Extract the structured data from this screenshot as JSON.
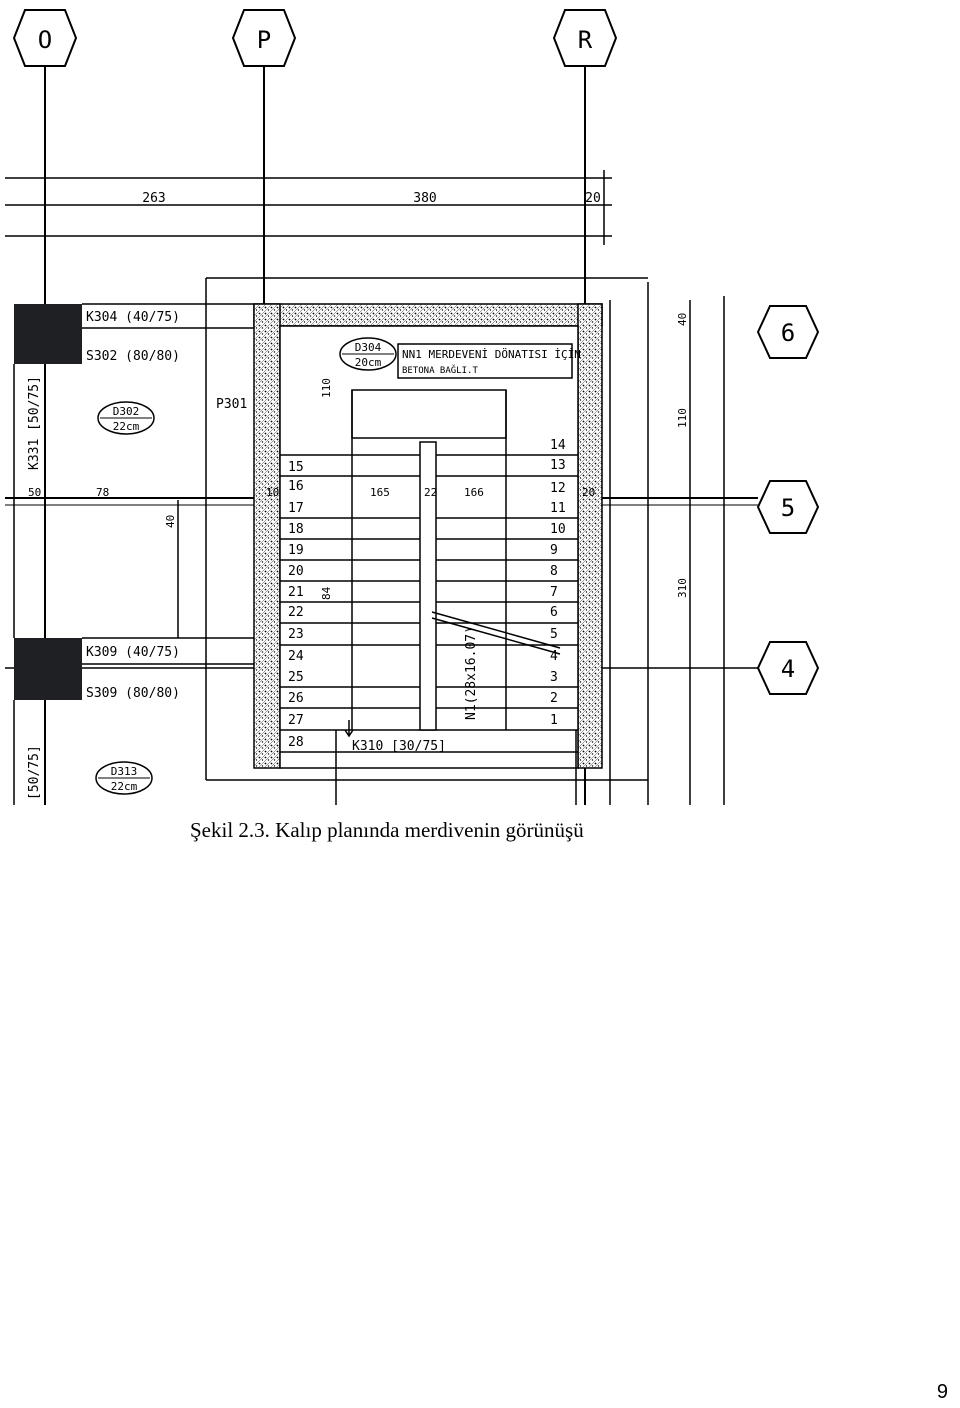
{
  "document": {
    "caption": "Şekil 2.3. Kalıp planında merdivenin görünüşü",
    "page_number": "9"
  },
  "drawing": {
    "axes_top": [
      "O",
      "P",
      "R"
    ],
    "axes_right": [
      "6",
      "5",
      "4"
    ],
    "dims_top": [
      "263",
      "380",
      "20"
    ],
    "beams": [
      "K304 (40/75)",
      "K309 (40/75)",
      "K310 [30/75]",
      "K331 [50/75]",
      "[50/75]"
    ],
    "columns": [
      "S302 (80/80)",
      "S309 (80/80)",
      "P301"
    ],
    "slabs": [
      {
        "name": "D304",
        "thickness": "20cm"
      },
      {
        "name": "D302",
        "thickness": "22cm"
      },
      {
        "name": "D313",
        "thickness": "22cm"
      }
    ],
    "note_line1": "NN1 MERDEVENİ DÖNATISI İÇİN",
    "note_line2": "BETONA BAĞLI.T",
    "stair_label": "N1(28x16.07)",
    "steps_left": [
      "15",
      "16",
      "17",
      "18",
      "19",
      "20",
      "21",
      "22",
      "23",
      "24",
      "25",
      "26",
      "27",
      "28"
    ],
    "steps_right": [
      "14",
      "13",
      "12",
      "11",
      "10",
      "9",
      "8",
      "7",
      "6",
      "5",
      "4",
      "3",
      "2",
      "1"
    ],
    "dims_mid": [
      "50",
      "78",
      "165",
      "22",
      "166",
      "10",
      "20"
    ],
    "dims_side": [
      "40",
      "110",
      "40",
      "84",
      "310",
      "110"
    ]
  }
}
